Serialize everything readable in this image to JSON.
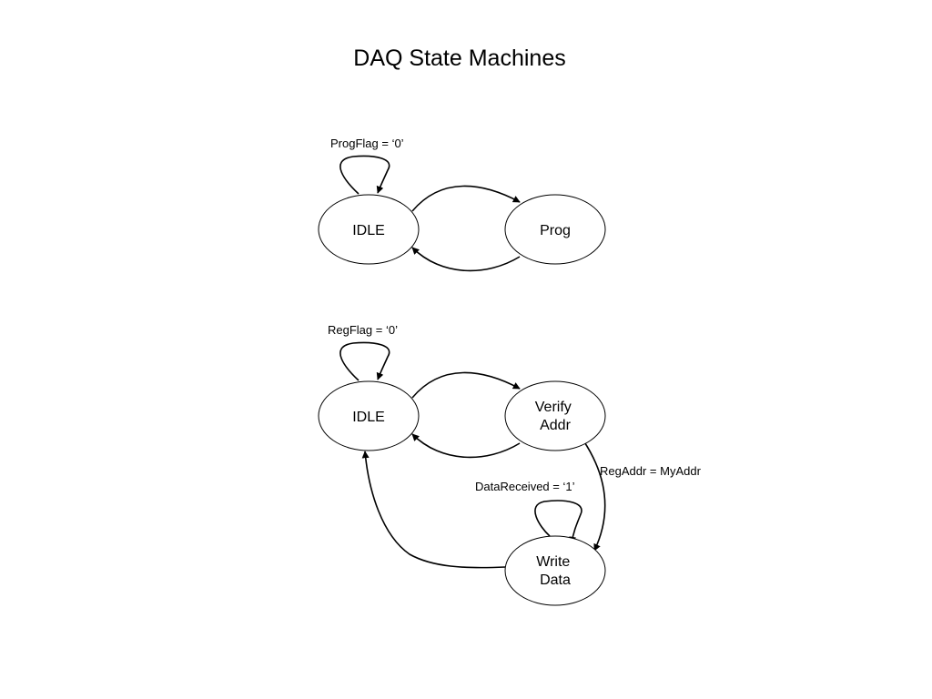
{
  "title": "DAQ State Machines",
  "machines": [
    {
      "states": [
        {
          "id": "idle",
          "label": "IDLE"
        },
        {
          "id": "prog",
          "label": "Prog"
        }
      ],
      "transitions": [
        {
          "from": "idle",
          "to": "idle",
          "label": "ProgFlag = ‘0’"
        },
        {
          "from": "idle",
          "to": "prog",
          "label": ""
        },
        {
          "from": "prog",
          "to": "idle",
          "label": ""
        }
      ]
    },
    {
      "states": [
        {
          "id": "idle",
          "label": "IDLE"
        },
        {
          "id": "verify_addr",
          "label": "Verify\nAddr",
          "lines": [
            "Verify",
            "Addr"
          ]
        },
        {
          "id": "write_data",
          "label": "Write\nData",
          "lines": [
            "Write",
            "Data"
          ]
        }
      ],
      "transitions": [
        {
          "from": "idle",
          "to": "idle",
          "label": "RegFlag = ‘0’"
        },
        {
          "from": "idle",
          "to": "verify_addr",
          "label": ""
        },
        {
          "from": "verify_addr",
          "to": "idle",
          "label": ""
        },
        {
          "from": "verify_addr",
          "to": "write_data",
          "label": "RegAddr = MyAddr"
        },
        {
          "from": "write_data",
          "to": "write_data",
          "label": "DataReceived = ‘1’"
        },
        {
          "from": "write_data",
          "to": "idle",
          "label": ""
        }
      ]
    }
  ]
}
